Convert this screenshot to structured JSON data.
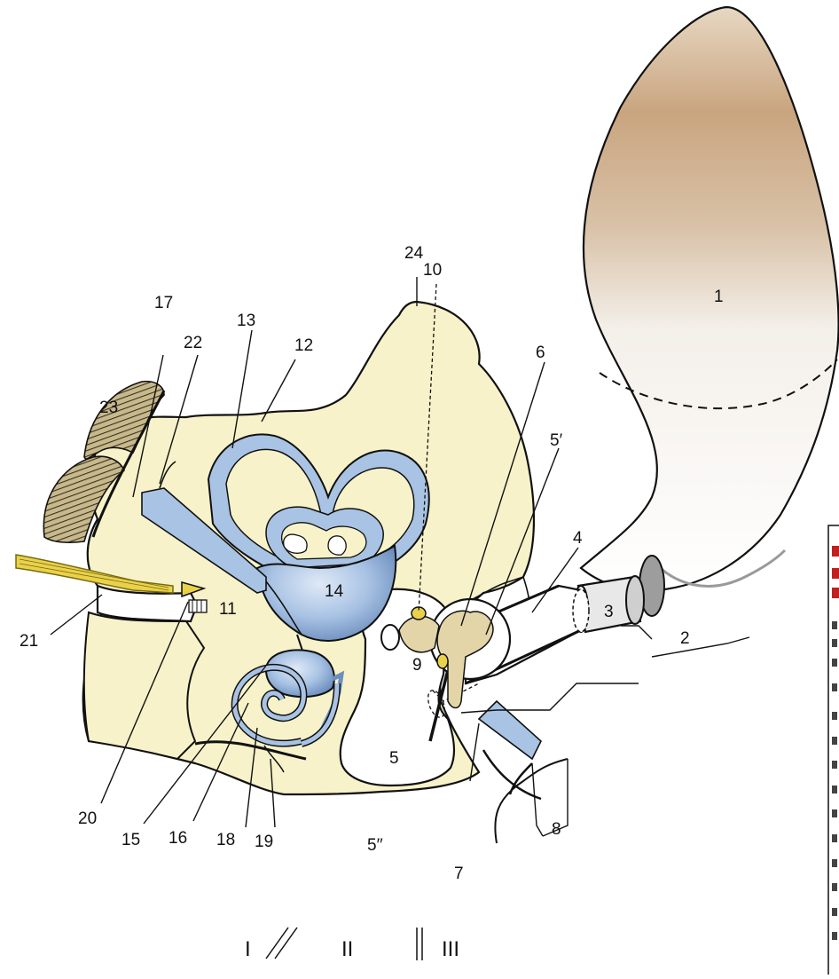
{
  "figure": {
    "colors": {
      "bone": "#f7f2c9",
      "labyrinth": "#a9c3e4",
      "labyrinth_dark": "#6d8fbf",
      "pinna_top": "#c9a57f",
      "pinna_bottom": "#f2f2f0",
      "nerve": "#e9d24a",
      "tympanic_ring": "#b8a680"
    },
    "labels": [
      {
        "id": "1",
        "text": "1"
      },
      {
        "id": "2",
        "text": "2"
      },
      {
        "id": "3",
        "text": "3"
      },
      {
        "id": "4",
        "text": "4"
      },
      {
        "id": "5",
        "text": "5"
      },
      {
        "id": "5p",
        "text": "5′"
      },
      {
        "id": "5pp",
        "text": "5′′"
      },
      {
        "id": "6",
        "text": "6"
      },
      {
        "id": "7",
        "text": "7"
      },
      {
        "id": "8",
        "text": "8"
      },
      {
        "id": "9",
        "text": "9"
      },
      {
        "id": "10",
        "text": "10"
      },
      {
        "id": "11",
        "text": "11"
      },
      {
        "id": "12",
        "text": "12"
      },
      {
        "id": "13",
        "text": "13"
      },
      {
        "id": "14",
        "text": "14"
      },
      {
        "id": "15",
        "text": "15"
      },
      {
        "id": "16",
        "text": "16"
      },
      {
        "id": "17",
        "text": "17"
      },
      {
        "id": "18",
        "text": "18"
      },
      {
        "id": "19",
        "text": "19"
      },
      {
        "id": "20",
        "text": "20"
      },
      {
        "id": "21",
        "text": "21"
      },
      {
        "id": "22",
        "text": "22"
      },
      {
        "id": "23",
        "text": "23"
      },
      {
        "id": "24",
        "text": "24"
      }
    ],
    "divisions": [
      {
        "id": "I",
        "text": "I"
      },
      {
        "id": "II",
        "text": "II"
      },
      {
        "id": "III",
        "text": "III"
      }
    ]
  }
}
